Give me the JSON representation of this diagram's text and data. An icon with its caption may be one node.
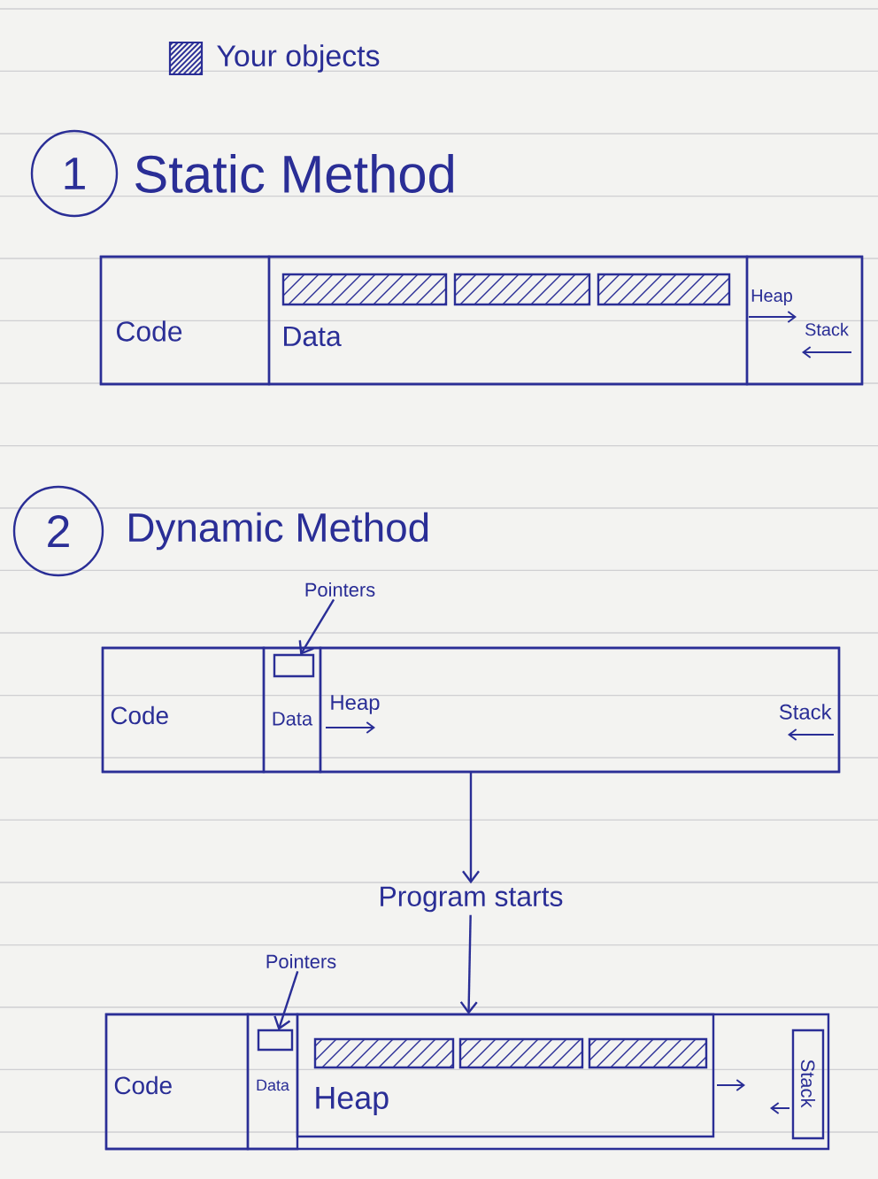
{
  "diagram": {
    "nodes": [
      {
        "text": [
          "1"
        ],
        "beside": [
          "Static Method"
        ]
      },
      {
        "text": [],
        "shape": "box"
      },
      {
        "text": [
          "Code"
        ],
        "in": 1
      },
      {
        "text": [
          "Data"
        ],
        "in": 1
      },
      {
        "text": [],
        "shape": "bar",
        "in": 3
      },
      {
        "text": [],
        "shape": "bar",
        "in": 3
      },
      {
        "text": [],
        "shape": "bar",
        "in": 3
      },
      {
        "text": [
          "Heap",
          "Stack"
        ],
        "in": 1
      },
      {
        "text": [
          "2"
        ],
        "beside": [
          "Dynamic Method"
        ]
      },
      {
        "text": [
          "Pointers"
        ]
      },
      {
        "text": [],
        "shape": "box"
      },
      {
        "text": [
          "Code"
        ],
        "in": 10
      },
      {
        "text": [
          "Data"
        ],
        "in": 10
      },
      {
        "text": [],
        "shape": "box",
        "in": 12
      },
      {
        "text": [
          "Heap",
          "Stack"
        ],
        "in": 10
      },
      {
        "text": [
          "Program starts"
        ]
      },
      {
        "text": [
          "Pointers"
        ]
      },
      {
        "text": [],
        "shape": "box"
      },
      {
        "text": [
          "Code"
        ],
        "in": 17
      },
      {
        "text": [
          "Data"
        ],
        "in": 17
      },
      {
        "text": [],
        "shape": "box",
        "in": 19
      },
      {
        "text": [
          "Heap"
        ],
        "in": 17
      },
      {
        "text": [],
        "shape": "bar",
        "in": 21
      },
      {
        "text": [],
        "shape": "bar",
        "in": 21
      },
      {
        "text": [],
        "shape": "bar",
        "in": 21
      },
      {
        "text": [
          "Stack"
        ],
        "in": 17
      }
    ],
    "edges": [
      {
        "from": 9,
        "to": 13,
        "arrow": "to"
      },
      {
        "from": 10,
        "to": 15,
        "arrow": "to"
      },
      {
        "from": 15,
        "to": 17,
        "arrow": "to"
      },
      {
        "from": 16,
        "to": 20,
        "arrow": "to"
      }
    ],
    "legend": [
      {
        "text": "Your objects"
      }
    ]
  }
}
